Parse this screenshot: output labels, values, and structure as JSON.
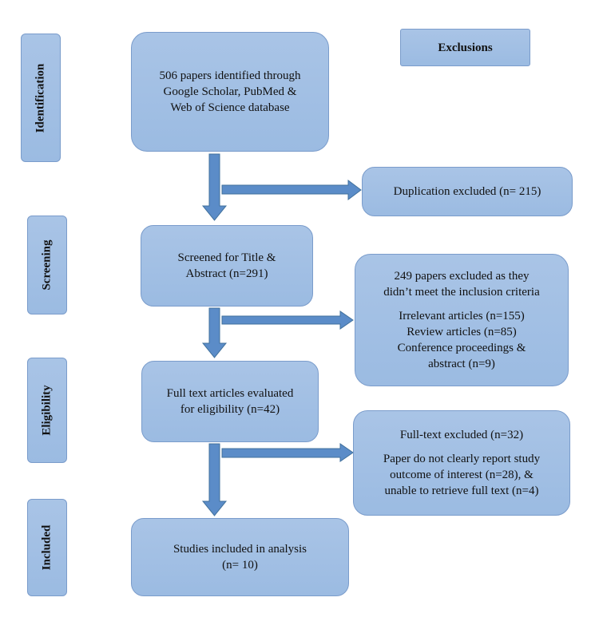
{
  "phases": {
    "identification": "Identification",
    "screening": "Screening",
    "eligibility": "Eligibility",
    "included": "Included"
  },
  "exclusions_header": "Exclusions",
  "boxes": {
    "identified": [
      "506 papers identified through",
      "Google Scholar, PubMed &",
      "Web of Science database"
    ],
    "duplication": "Duplication excluded (n= 215)",
    "screened": [
      "Screened for Title &",
      "Abstract (n=291)"
    ],
    "excluded_screening": {
      "heading": [
        "249 papers excluded as they",
        "didn’t meet the inclusion criteria"
      ],
      "items": [
        "Irrelevant articles (n=155)",
        "Review articles (n=85)",
        "Conference proceedings &",
        "abstract (n=9)"
      ]
    },
    "fulltext": [
      "Full text articles evaluated",
      "for eligibility (n=42)"
    ],
    "excluded_fulltext": {
      "heading": "Full-text excluded (n=32)",
      "items": [
        "Paper do not clearly report study",
        "outcome of interest (n=28), &",
        "unable to retrieve full text (n=4)"
      ]
    },
    "included": [
      "Studies included in analysis",
      "(n= 10)"
    ]
  },
  "colors": {
    "box_fill": "#a9c4e6",
    "box_border": "#7a9ccb",
    "arrow": "#4f81bd"
  }
}
